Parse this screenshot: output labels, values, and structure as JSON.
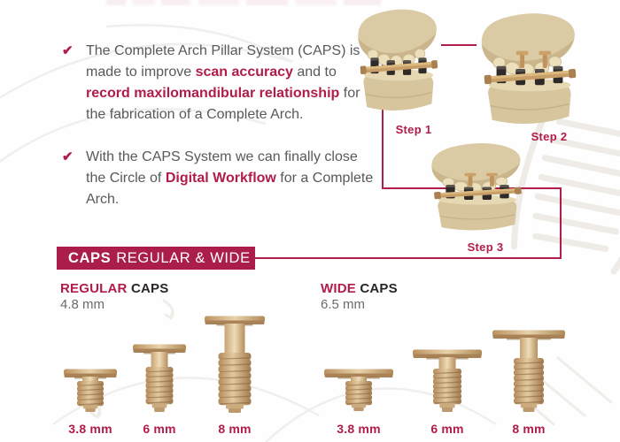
{
  "colors": {
    "accent": "#B01D48",
    "banner": "#AB1E4A",
    "bone": "#D9C9A2",
    "screw_tan": "#CDA97E"
  },
  "intro": {
    "check_icon": "✔",
    "bullets": [
      {
        "segments": [
          {
            "text": "The Complete Arch Pillar System (CAPS) is made to improve ",
            "bold": false
          },
          {
            "text": "scan accuracy",
            "bold": true
          },
          {
            "text": " and to ",
            "bold": false
          },
          {
            "text": "record maxilomandibular relationship",
            "bold": true
          },
          {
            "text": " for the fabrication of a Complete Arch.",
            "bold": false
          }
        ]
      },
      {
        "segments": [
          {
            "text": "With the CAPS System we can finally close the Circle of ",
            "bold": false
          },
          {
            "text": "Digital Workflow",
            "bold": true
          },
          {
            "text": " for a Complete Arch.",
            "bold": false
          }
        ]
      }
    ]
  },
  "steps": {
    "labels": [
      "Step 1",
      "Step 2",
      "Step 3"
    ]
  },
  "banner": {
    "title_bold": "CAPS",
    "title_rest": "REGULAR & WIDE"
  },
  "regular_section": {
    "heading_accent": "REGULAR",
    "heading_rest": " CAPS",
    "diameter": "4.8 mm",
    "sizes": [
      "3.8 mm",
      "6 mm",
      "8 mm"
    ]
  },
  "wide_section": {
    "heading_accent": "WIDE",
    "heading_rest": " CAPS",
    "diameter": "6.5 mm",
    "sizes": [
      "3.8 mm",
      "6 mm",
      "8 mm"
    ]
  }
}
